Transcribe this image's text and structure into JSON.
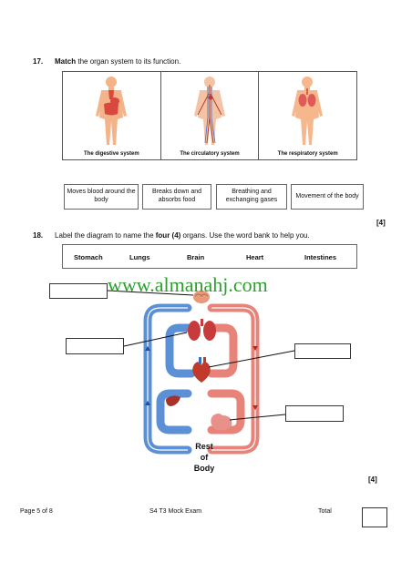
{
  "q17": {
    "number": "17.",
    "keyword": "Match",
    "text": " the organ system to its function.",
    "systems": [
      "The digestive system",
      "The circulatory system",
      "The respiratory system"
    ],
    "functions": [
      "Moves blood around the body",
      "Breaks down and absorbs food",
      "Breathing and exchanging gases",
      "Movement of the body"
    ],
    "marks": "[4]"
  },
  "q18": {
    "number": "18.",
    "text_before": "Label the diagram to name the ",
    "text_bold": "four (4)",
    "text_after": " organs.  Use the word bank to help you.",
    "word_bank": [
      "Stomach",
      "Lungs",
      "Brain",
      "Heart",
      "Intestines"
    ],
    "diagram_caption": [
      "Rest",
      "of",
      "Body"
    ],
    "marks": "[4]"
  },
  "watermark": "www.almanahj.com",
  "footer": {
    "page": "Page 5 of 8",
    "exam": "S4 T3 Mock Exam",
    "total_label": "Total"
  },
  "colors": {
    "oxygenated": "#e8837a",
    "deoxygenated": "#5b8fd6",
    "watermark": "#2e9e2e"
  }
}
